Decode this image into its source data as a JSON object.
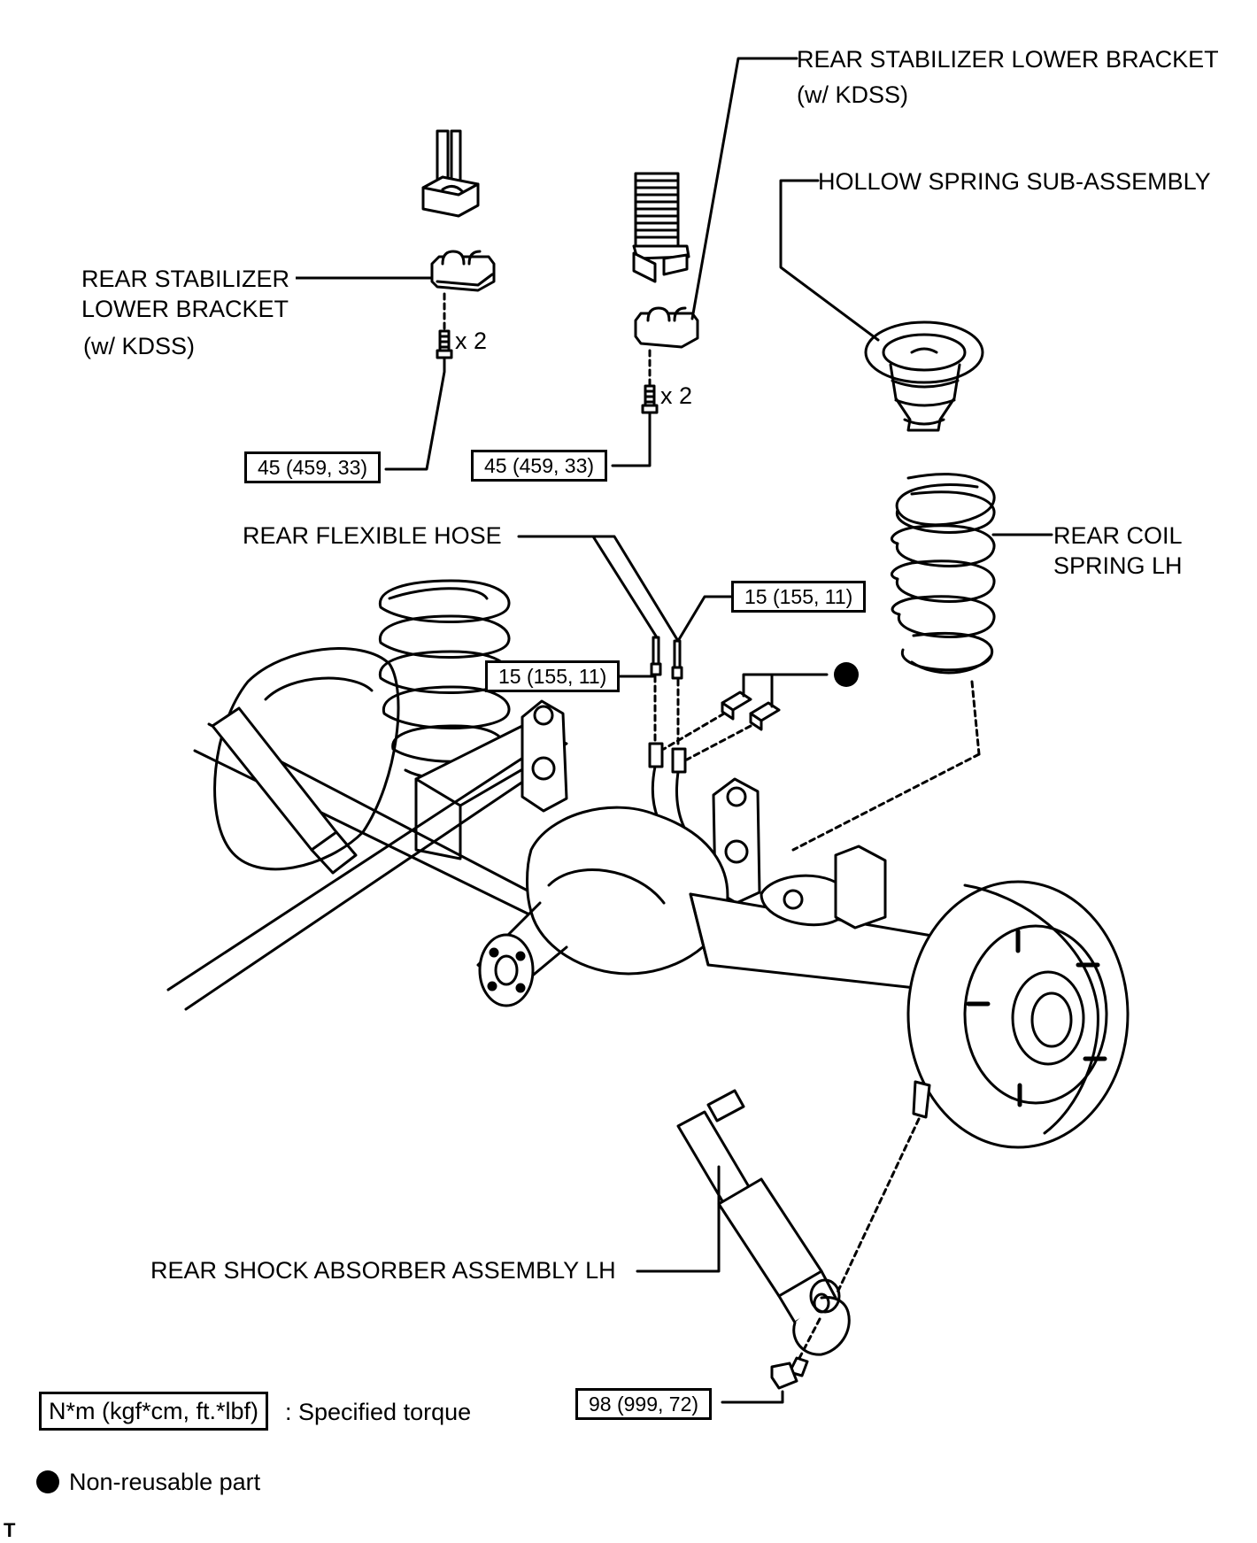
{
  "labels": {
    "stab_bracket_right_line1": "REAR STABILIZER LOWER BRACKET",
    "stab_bracket_right_line2": "(w/ KDSS)",
    "hollow_spring": "HOLLOW SPRING SUB-ASSEMBLY",
    "stab_bracket_left_line1": "REAR STABILIZER",
    "stab_bracket_left_line2": "LOWER BRACKET",
    "stab_bracket_left_line3": "(w/ KDSS)",
    "qty_left": "x 2",
    "qty_right": "x 2",
    "flexible_hose": "REAR FLEXIBLE HOSE",
    "coil_spring_line1": "REAR COIL",
    "coil_spring_line2": "SPRING LH",
    "shock_absorber": "REAR SHOCK ABSORBER ASSEMBLY LH",
    "corner_mark": "T"
  },
  "torques": {
    "stab_bolt_left": "45 (459, 33)",
    "stab_bolt_right": "45 (459, 33)",
    "hose_upper": "15 (155, 11)",
    "hose_lower": "15 (155, 11)",
    "shock_bolt": "98 (999, 72)"
  },
  "legend": {
    "torque_units": "N*m (kgf*cm, ft.*lbf)",
    "torque_desc": ": Specified torque",
    "non_reusable": "Non-reusable part"
  },
  "colors": {
    "ink": "#000000",
    "paper": "#ffffff",
    "shade": "#cfcfcf"
  }
}
